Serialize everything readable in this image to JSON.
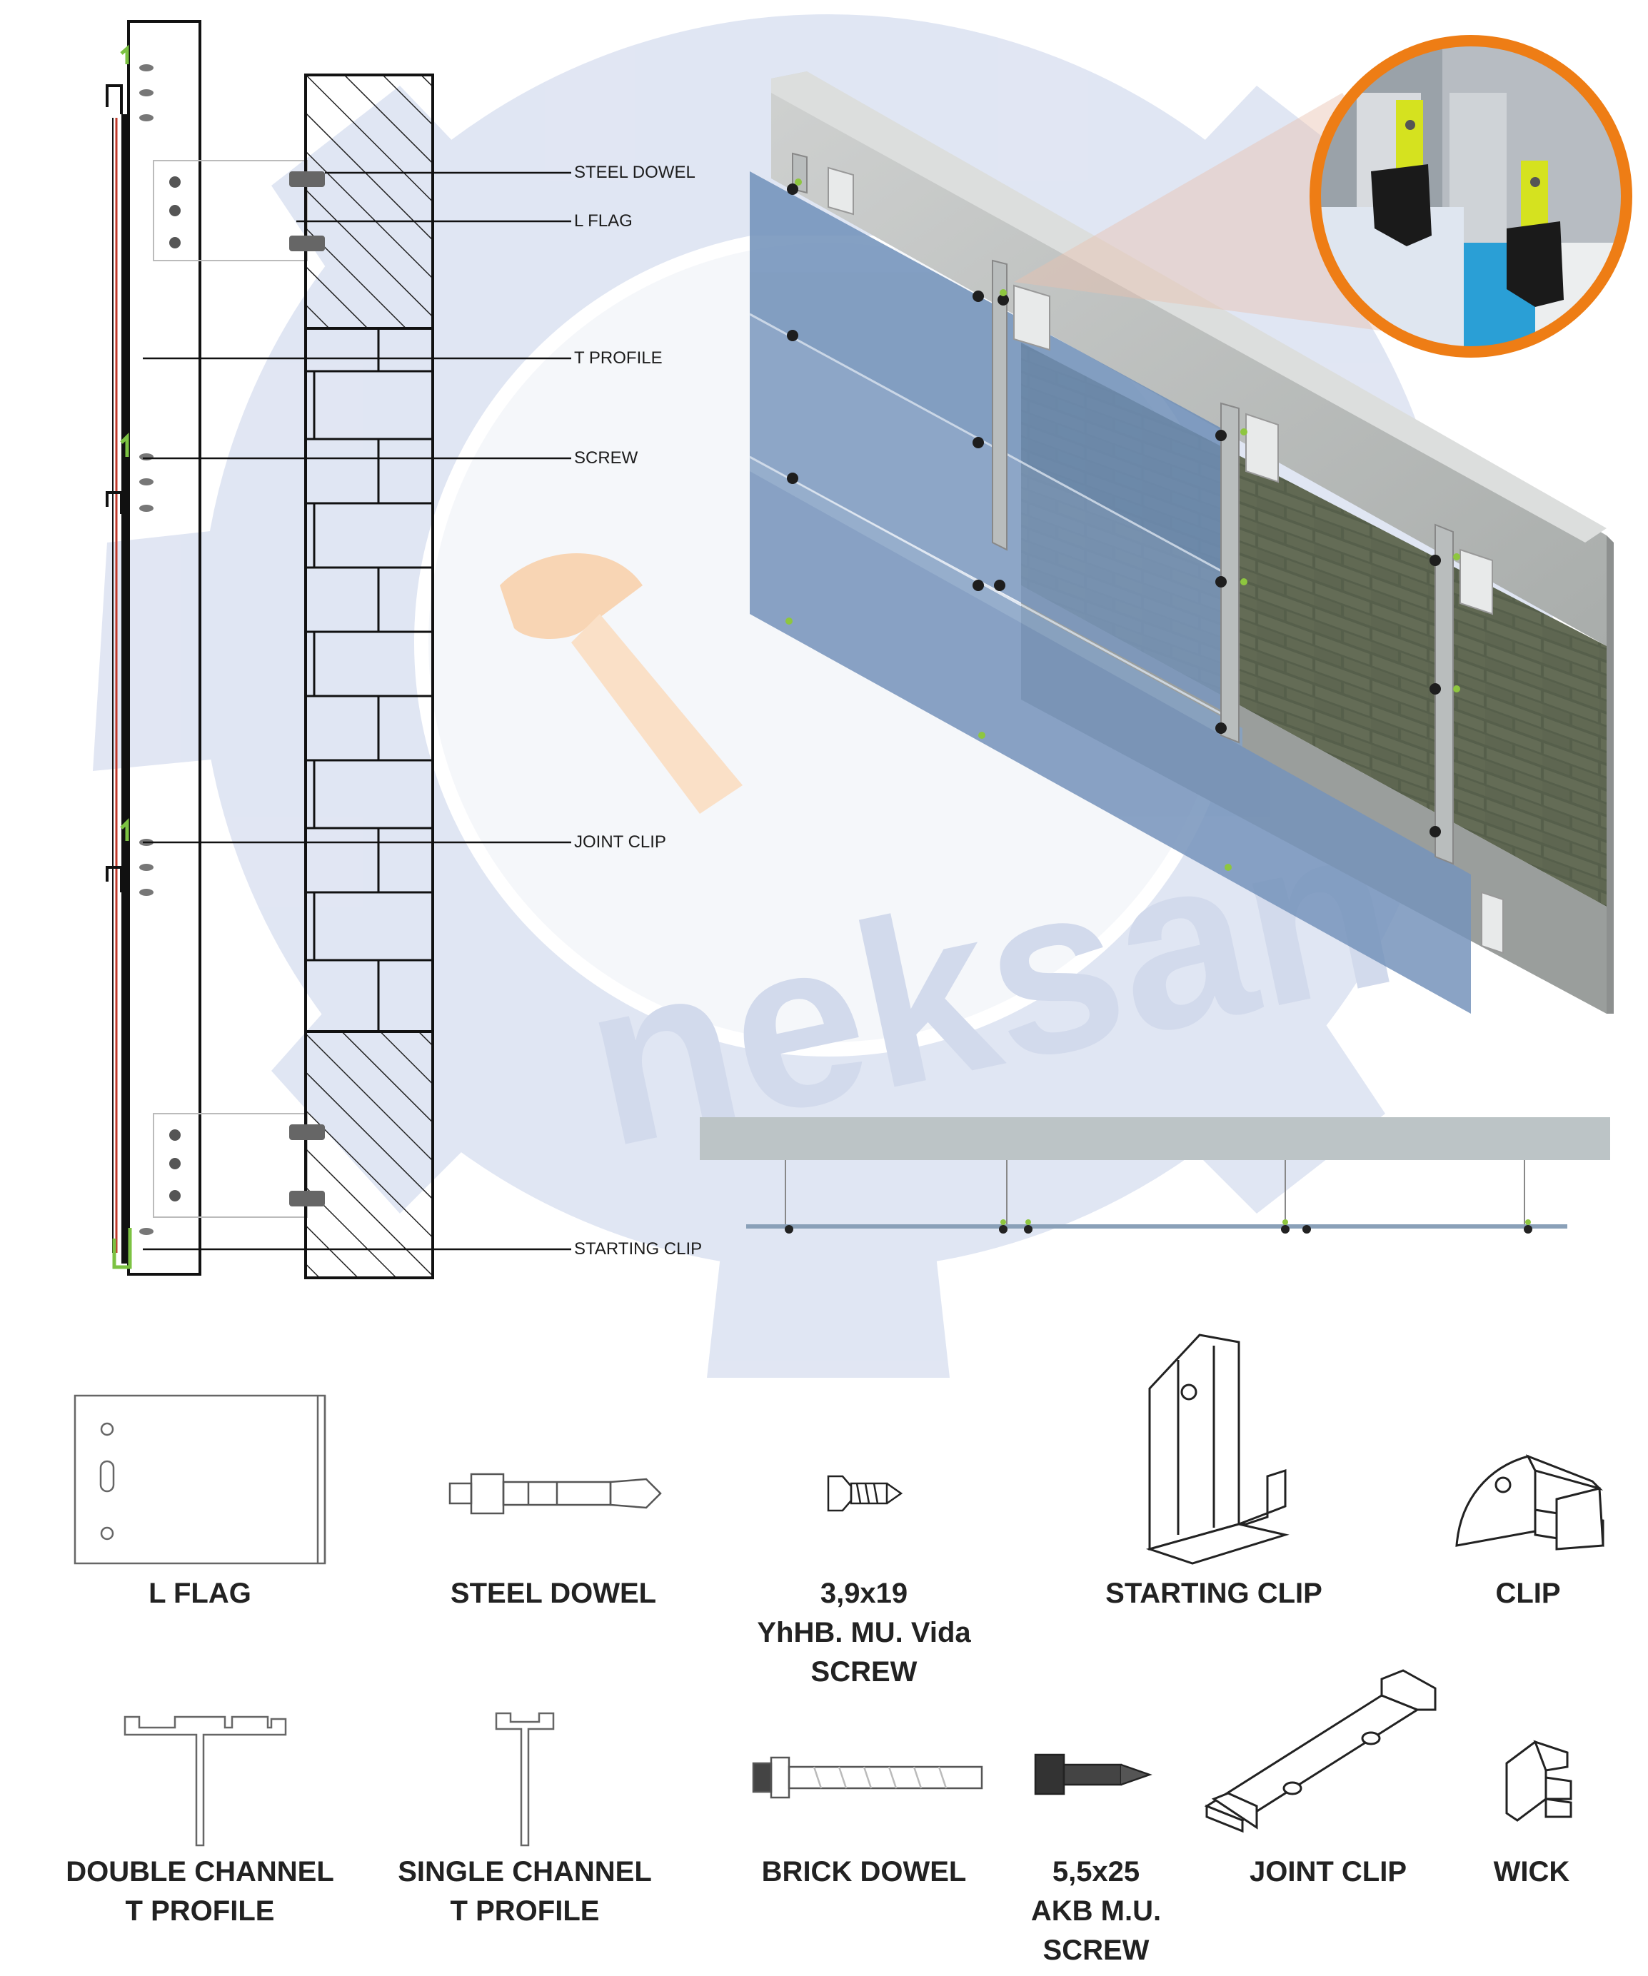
{
  "watermark": {
    "brand_text": "neksan"
  },
  "section_callouts": [
    {
      "id": "steel-dowel",
      "label": "STEEL DOWEL"
    },
    {
      "id": "l-flag",
      "label": "L FLAG"
    },
    {
      "id": "t-profile",
      "label": "T PROFILE"
    },
    {
      "id": "screw",
      "label": "SCREW"
    },
    {
      "id": "joint-clip",
      "label": "JOINT CLIP"
    },
    {
      "id": "starting-clip",
      "label": "STARTING CLIP"
    }
  ],
  "parts": {
    "l_flag": {
      "label": "L FLAG"
    },
    "steel_dowel": {
      "label": "STEEL DOWEL"
    },
    "vida_screw": {
      "line1": "3,9x19",
      "line2": "YhHB. MU. Vida",
      "line3": "SCREW"
    },
    "starting_clip": {
      "label": "STARTING CLIP"
    },
    "clip": {
      "label": "CLIP"
    },
    "double_channel": {
      "line1": "DOUBLE CHANNEL",
      "line2": "T PROFILE"
    },
    "single_channel": {
      "line1": "SINGLE CHANNEL",
      "line2": "T PROFILE"
    },
    "brick_dowel": {
      "label": "BRICK DOWEL"
    },
    "akb_screw": {
      "line1": "5,5x25",
      "line2": "AKB M.U.",
      "line3": "SCREW"
    },
    "joint_clip": {
      "label": "JOINT CLIP"
    },
    "wick": {
      "label": "WICK"
    }
  },
  "colors": {
    "gear_watermark": "#c9d3ea",
    "logo_orange": "#f2a35c",
    "panel_blue": "#6f8fb8",
    "zoom_ring": "#ee7d15",
    "clip_green": "#8ec63f",
    "clip_yellow": "#d5e21f"
  }
}
